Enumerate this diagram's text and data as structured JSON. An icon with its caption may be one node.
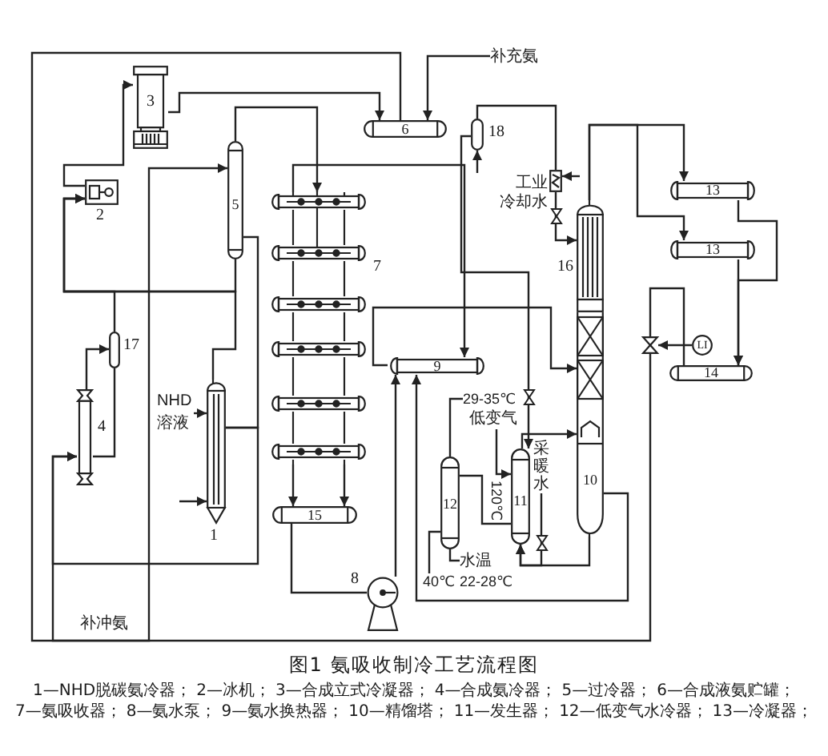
{
  "diagram": {
    "caption": "图1 氨吸收制冷工艺流程图",
    "nodes": [
      {
        "text": [
          "补充氨"
        ]
      },
      {
        "text": [
          "3"
        ]
      },
      {
        "text": [
          "6"
        ]
      },
      {
        "text": [],
        "shape": "cylinder",
        "beside": [
          "18"
        ]
      },
      {
        "text": [
          "5"
        ]
      },
      {
        "text": [],
        "shape": "box",
        "beside": [
          "工业冷却水"
        ]
      },
      {
        "text": [],
        "shape": "box",
        "beside": [
          "2"
        ]
      },
      {
        "text": [
          "13"
        ]
      },
      {
        "text": [],
        "shape": "picture",
        "beside": [
          "7"
        ]
      },
      {
        "text": [],
        "shape": "cylinder",
        "beside": [
          "16"
        ]
      },
      {
        "text": [
          "13"
        ]
      },
      {
        "text": [
          "10"
        ]
      },
      {
        "text": [],
        "shape": "cylinder",
        "beside": [
          "17"
        ]
      },
      {
        "text": [
          "LI"
        ]
      },
      {
        "text": [],
        "shape": "valve"
      },
      {
        "text": [
          "9"
        ]
      },
      {
        "text": [
          "14"
        ]
      },
      {
        "text": [],
        "shape": "cylinder",
        "beside": [
          "1"
        ]
      },
      {
        "text": [],
        "shape": "cylinder",
        "beside": [
          "4"
        ]
      },
      {
        "text": [
          "29-35℃"
        ]
      },
      {
        "text": [
          "NHD溶液"
        ]
      },
      {
        "text": [
          "低变气"
        ]
      },
      {
        "text": [
          "采暖水"
        ]
      },
      {
        "text": [
          "11"
        ]
      },
      {
        "text": [
          "12"
        ]
      },
      {
        "text": [
          "15"
        ]
      },
      {
        "text": [
          "40℃"
        ]
      },
      {
        "text": [
          "水温",
          "22-28℃"
        ]
      },
      {
        "text": [],
        "shape": "circle",
        "beside": [
          "8"
        ]
      }
    ],
    "edges": [
      {
        "from": 0,
        "to": 2,
        "arrow": "to"
      },
      {
        "from": 1,
        "to": 2,
        "arrow": "to"
      },
      {
        "from": 6,
        "to": 1,
        "arrow": "to"
      },
      {
        "from": 4,
        "to": 6,
        "arrow": "to"
      },
      {
        "from": 12,
        "to": 6,
        "arrow": "to"
      },
      {
        "from": 17,
        "to": 6,
        "arrow": "to"
      },
      {
        "from": 18,
        "to": 12,
        "arrow": "to"
      },
      {
        "from": 12,
        "to": 18,
        "arrow": "none"
      },
      {
        "from": 14,
        "to": 18,
        "arrow": "to"
      },
      {
        "from": 2,
        "to": 4,
        "arrow": "to"
      },
      {
        "from": 20,
        "to": 17,
        "arrow": "to"
      },
      {
        "from": null,
        "to": 17,
        "arrow": "to"
      },
      {
        "from": 4,
        "to": 17,
        "arrow": "none"
      },
      {
        "from": 17,
        "to": 18,
        "arrow": "to"
      },
      {
        "from": 4,
        "to": 8,
        "arrow": "to"
      },
      {
        "from": 8,
        "to": 15,
        "arrow": "to"
      },
      {
        "from": 8,
        "to": 25,
        "arrow": "to"
      },
      {
        "from": 8,
        "to": 25,
        "arrow": "to"
      },
      {
        "from": 25,
        "to": 28,
        "arrow": "none"
      },
      {
        "from": 28,
        "to": 15,
        "arrow": "to"
      },
      {
        "from": 15,
        "to": 11,
        "arrow": "to"
      },
      {
        "from": 11,
        "to": 15,
        "arrow": "to"
      },
      {
        "from": 11,
        "to": 23,
        "arrow": "to"
      },
      {
        "from": 23,
        "to": 11,
        "arrow": "to"
      },
      {
        "from": 3,
        "to": 23,
        "arrow": "to"
      },
      {
        "from": 3,
        "to": 5,
        "arrow": "none"
      },
      {
        "from": 5,
        "to": 9,
        "arrow": "to"
      },
      {
        "from": null,
        "to": 5,
        "arrow": "to"
      },
      {
        "from": null,
        "to": 3,
        "arrow": "to"
      },
      {
        "from": 9,
        "to": 7,
        "arrow": "to"
      },
      {
        "from": 9,
        "to": 10,
        "arrow": "to"
      },
      {
        "from": 7,
        "to": 16,
        "arrow": "to"
      },
      {
        "from": 10,
        "to": 16,
        "arrow": "to"
      },
      {
        "from": 16,
        "to": 14,
        "arrow": "none"
      },
      {
        "from": 13,
        "to": 14,
        "arrow": "to"
      },
      {
        "from": 21,
        "to": 23,
        "arrow": "to"
      },
      {
        "from": 23,
        "to": 24,
        "arrow": "none",
        "label": "120℃"
      },
      {
        "from": 24,
        "to": 19,
        "arrow": "none"
      },
      {
        "from": 27,
        "to": 24,
        "arrow": "none"
      },
      {
        "from": 24,
        "to": 26,
        "arrow": "none"
      },
      {
        "from": 22,
        "to": 23,
        "arrow": "to"
      }
    ],
    "labels": [
      "补冲氨",
      "1—NHD脱碳氨冷器；",
      "2—冰机；",
      "3—合成立式冷凝器；",
      "4—合成氨冷器；",
      "5—过冷器；",
      "6—合成液氨贮罐；",
      "7—氨吸收器；",
      "8—氨水泵；",
      "9—氨水换热器；",
      "10—精馏塔；",
      "11—发生器；",
      "12—低变气水冷器；",
      "13—冷凝器；"
    ]
  }
}
